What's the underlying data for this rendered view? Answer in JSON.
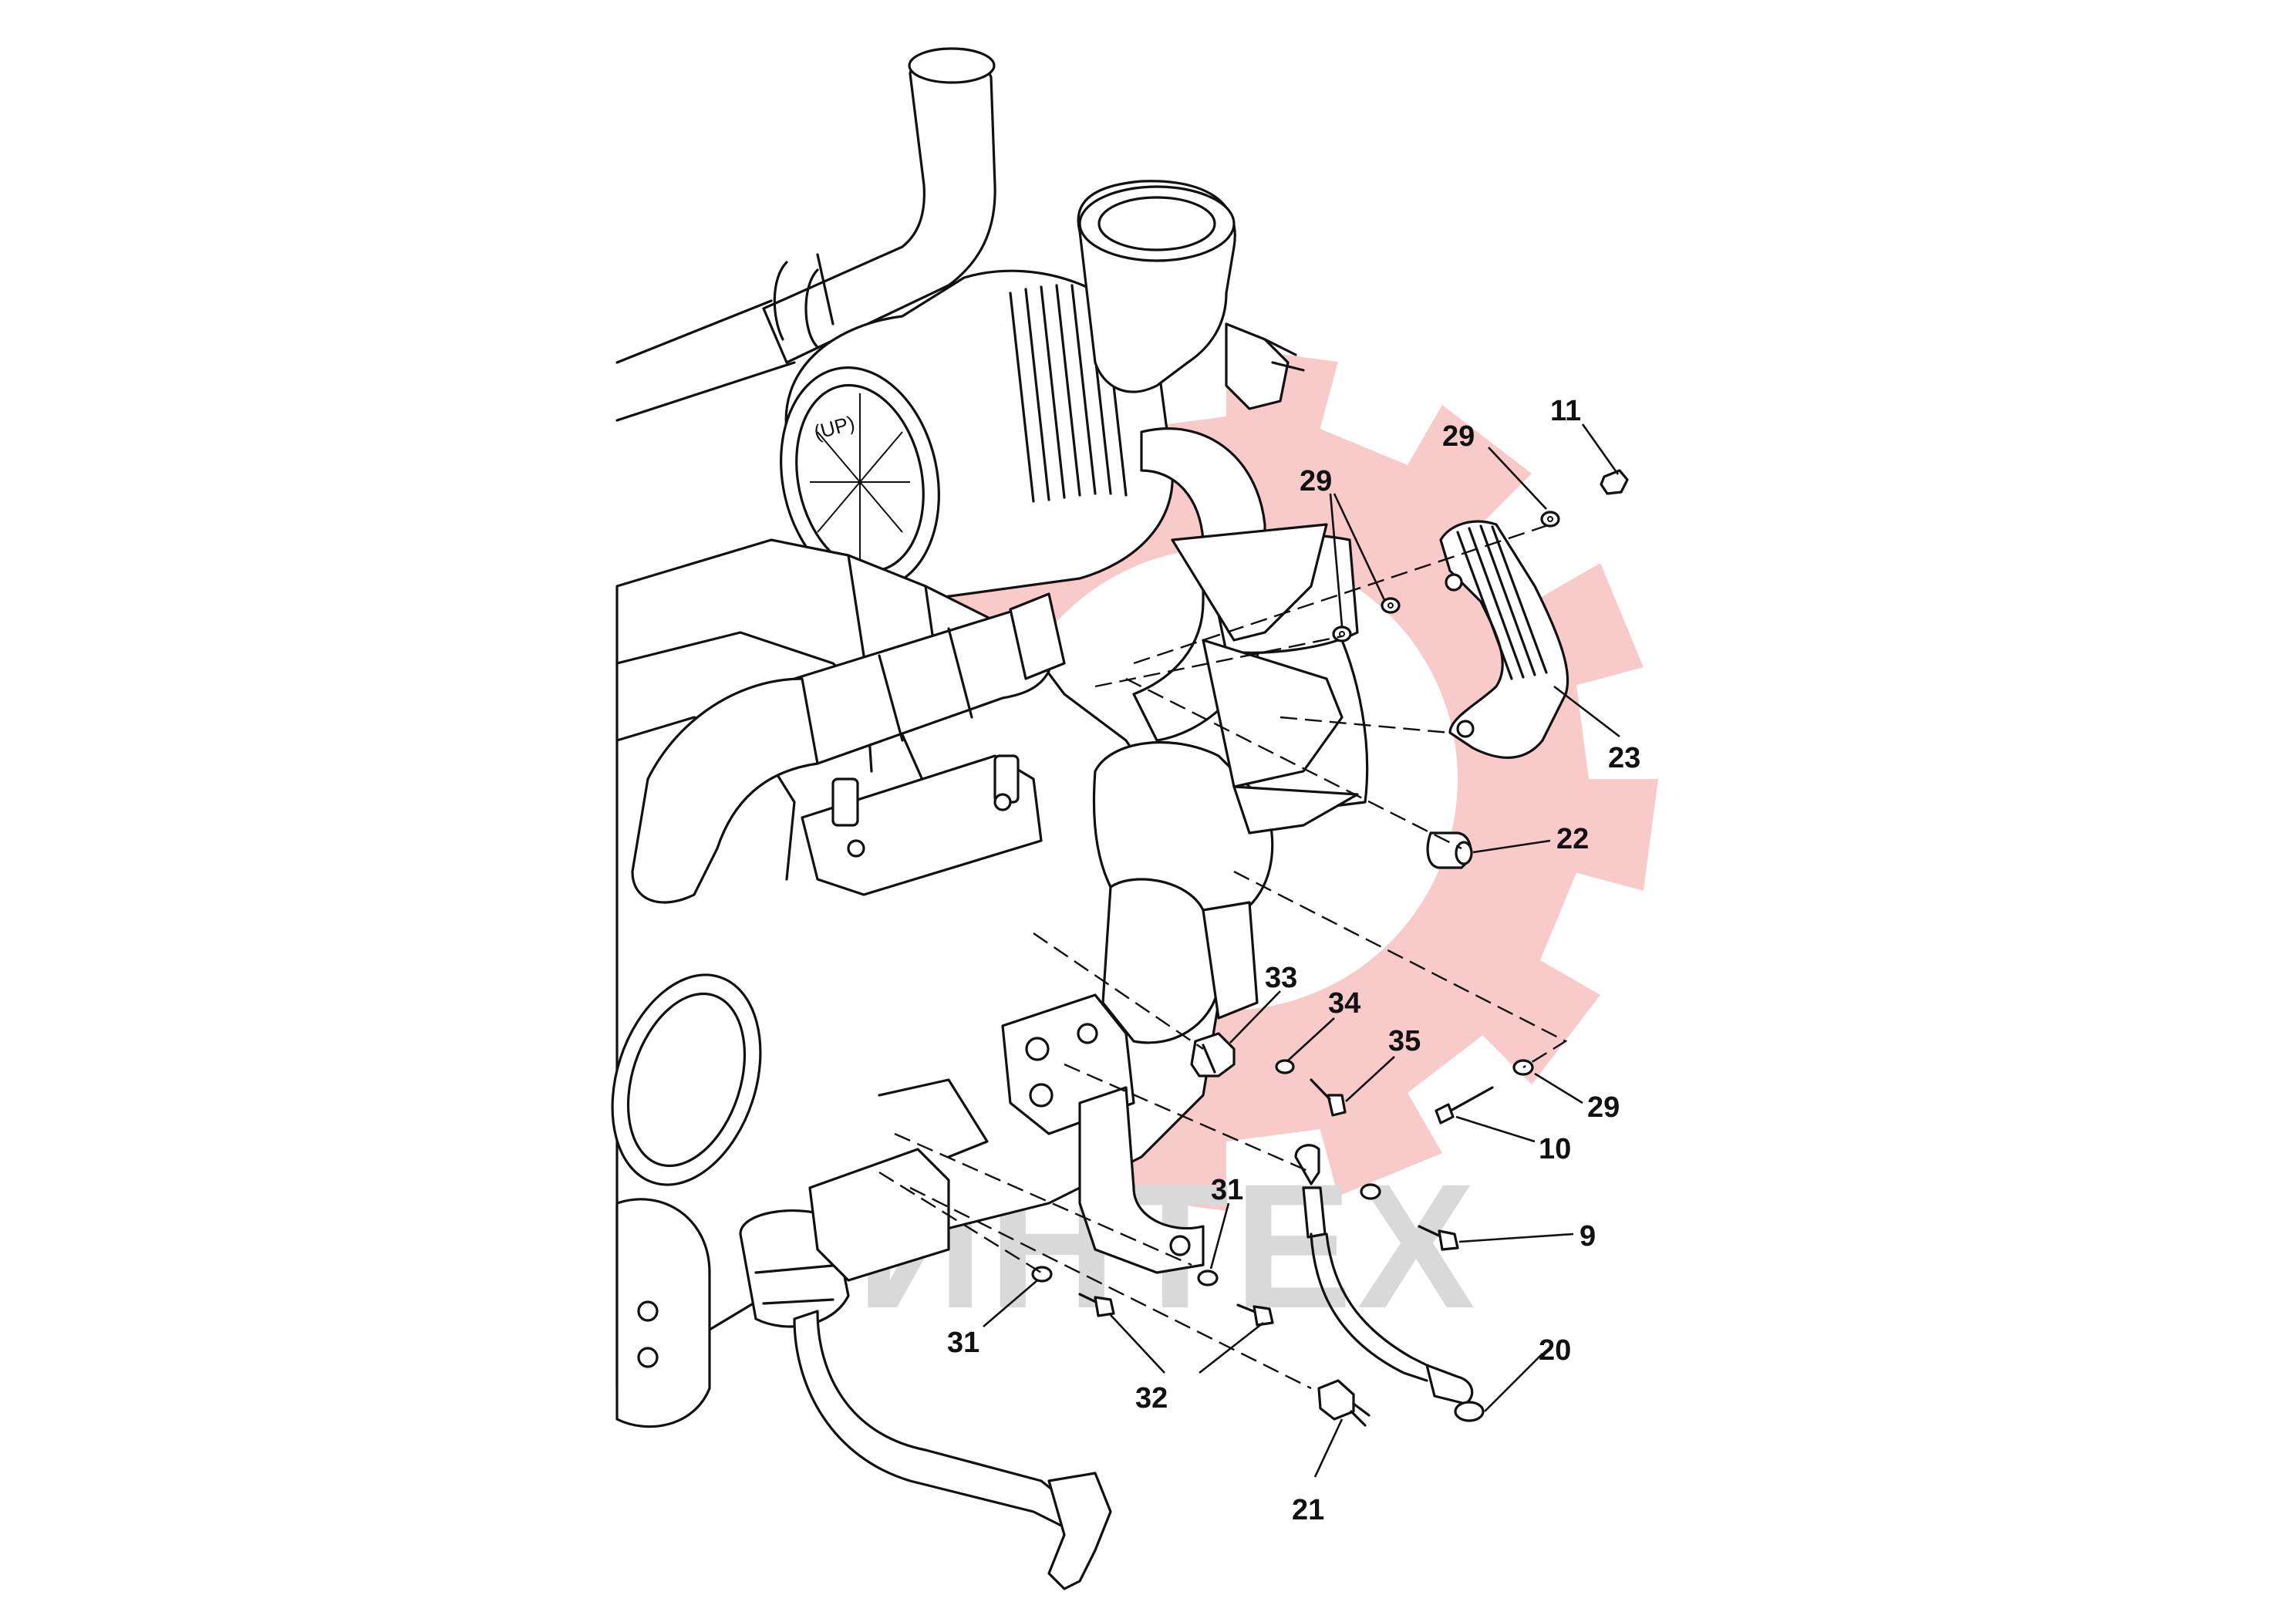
{
  "diagram": {
    "watermark": {
      "text": "ИНТЕХ",
      "gear_color": "#f7c4c4",
      "text_color": "#d9d9d9"
    },
    "line_color": "#111111",
    "background": "#ffffff",
    "parts": [
      {
        "id": "p11",
        "number": "11"
      },
      {
        "id": "p29a",
        "number": "29"
      },
      {
        "id": "p29b",
        "number": "29"
      },
      {
        "id": "p23",
        "number": "23"
      },
      {
        "id": "p22",
        "number": "22"
      },
      {
        "id": "p33",
        "number": "33"
      },
      {
        "id": "p34",
        "number": "34"
      },
      {
        "id": "p35",
        "number": "35"
      },
      {
        "id": "p29c",
        "number": "29"
      },
      {
        "id": "p10",
        "number": "10"
      },
      {
        "id": "p31a",
        "number": "31"
      },
      {
        "id": "p9",
        "number": "9"
      },
      {
        "id": "p31b",
        "number": "31"
      },
      {
        "id": "p20",
        "number": "20"
      },
      {
        "id": "p32",
        "number": "32"
      },
      {
        "id": "p21",
        "number": "21"
      }
    ]
  }
}
